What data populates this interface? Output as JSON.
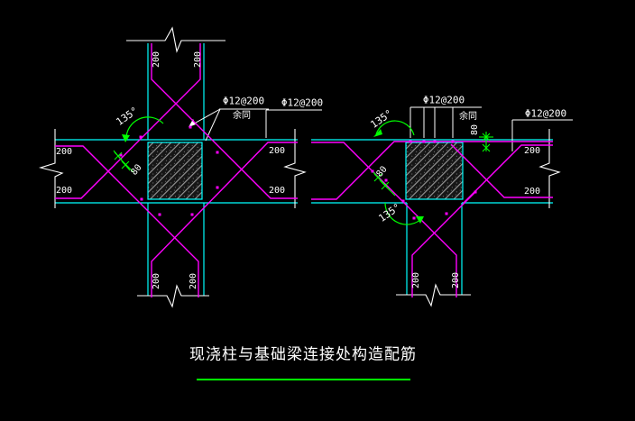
{
  "colors": {
    "background": "#000000",
    "member_outline_cyan": "#00ffff",
    "rebar_magenta": "#ff00ff",
    "annotation_green": "#00ff00",
    "break_line_white": "#ffffff",
    "text": "#ffffff",
    "title_underline": "#00ff00"
  },
  "labels": {
    "rebar_spec": "Φ12@200",
    "rest_same": "余同",
    "bend_angle": "135°",
    "bend_offset_80": "80",
    "dim_200": "200"
  },
  "title": {
    "text": "现浇柱与基础梁连接处构造配筋"
  }
}
